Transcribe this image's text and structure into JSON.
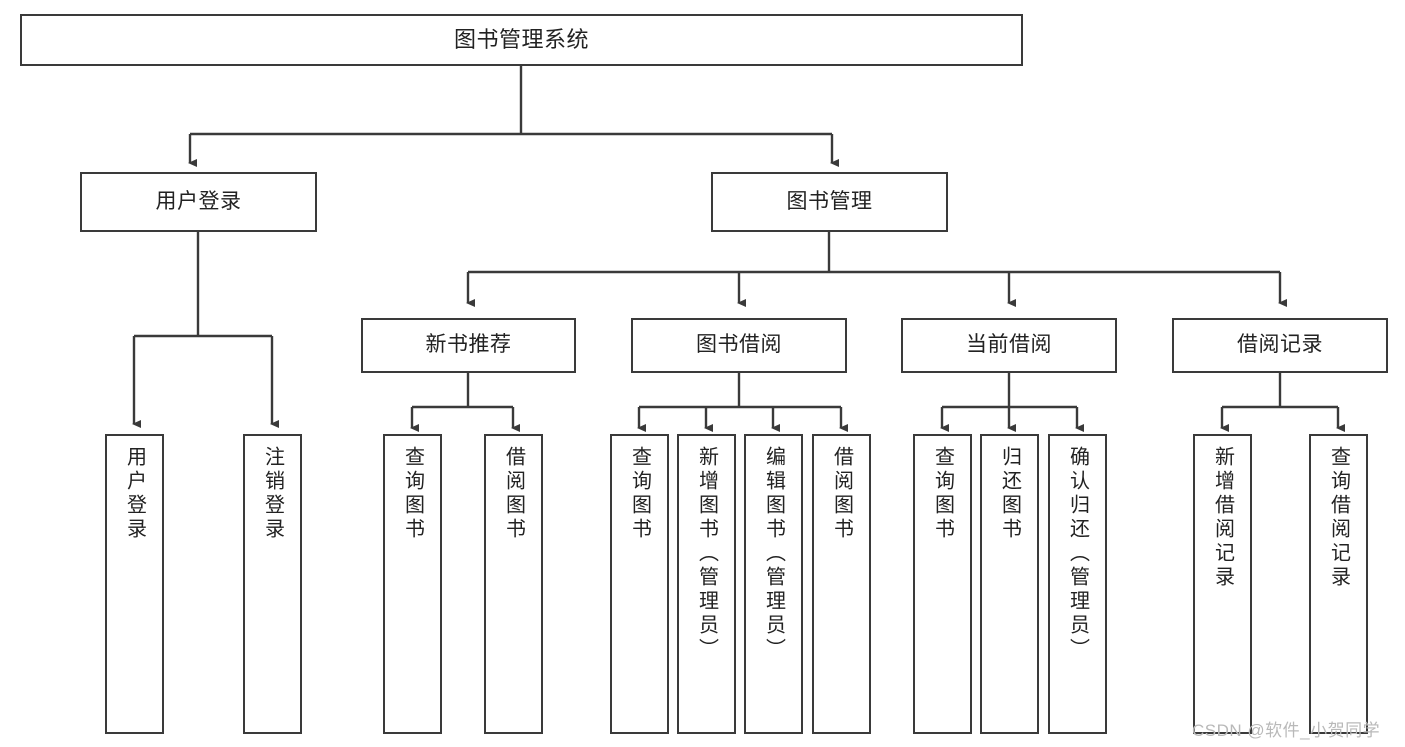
{
  "diagram": {
    "title": "图书管理系统",
    "type": "tree-hierarchy",
    "watermark": "CSDN @软件_小贺同学",
    "colors": {
      "stroke": "#3a3a3a",
      "fill": "#ffffff",
      "text": "#222222",
      "watermark": "#b9b9b9"
    },
    "root": {
      "label": "图书管理系统"
    },
    "level2": [
      {
        "label": "用户登录"
      },
      {
        "label": "图书管理"
      }
    ],
    "level3": [
      {
        "label": "新书推荐"
      },
      {
        "label": "图书借阅"
      },
      {
        "label": "当前借阅"
      },
      {
        "label": "借阅记录"
      }
    ],
    "leaves": {
      "user_login": [
        {
          "label": "用户登录"
        },
        {
          "label": "注销登录"
        }
      ],
      "new_book_recommend": [
        {
          "label": "查询图书"
        },
        {
          "label": "借阅图书"
        }
      ],
      "book_borrow": [
        {
          "label": "查询图书"
        },
        {
          "label": "新增图书（管理员）"
        },
        {
          "label": "编辑图书（管理员）"
        },
        {
          "label": "借阅图书"
        }
      ],
      "current_borrow": [
        {
          "label": "查询图书"
        },
        {
          "label": "归还图书"
        },
        {
          "label": "确认归还（管理员）"
        }
      ],
      "borrow_record": [
        {
          "label": "新增借阅记录"
        },
        {
          "label": "查询借阅记录"
        }
      ]
    }
  }
}
